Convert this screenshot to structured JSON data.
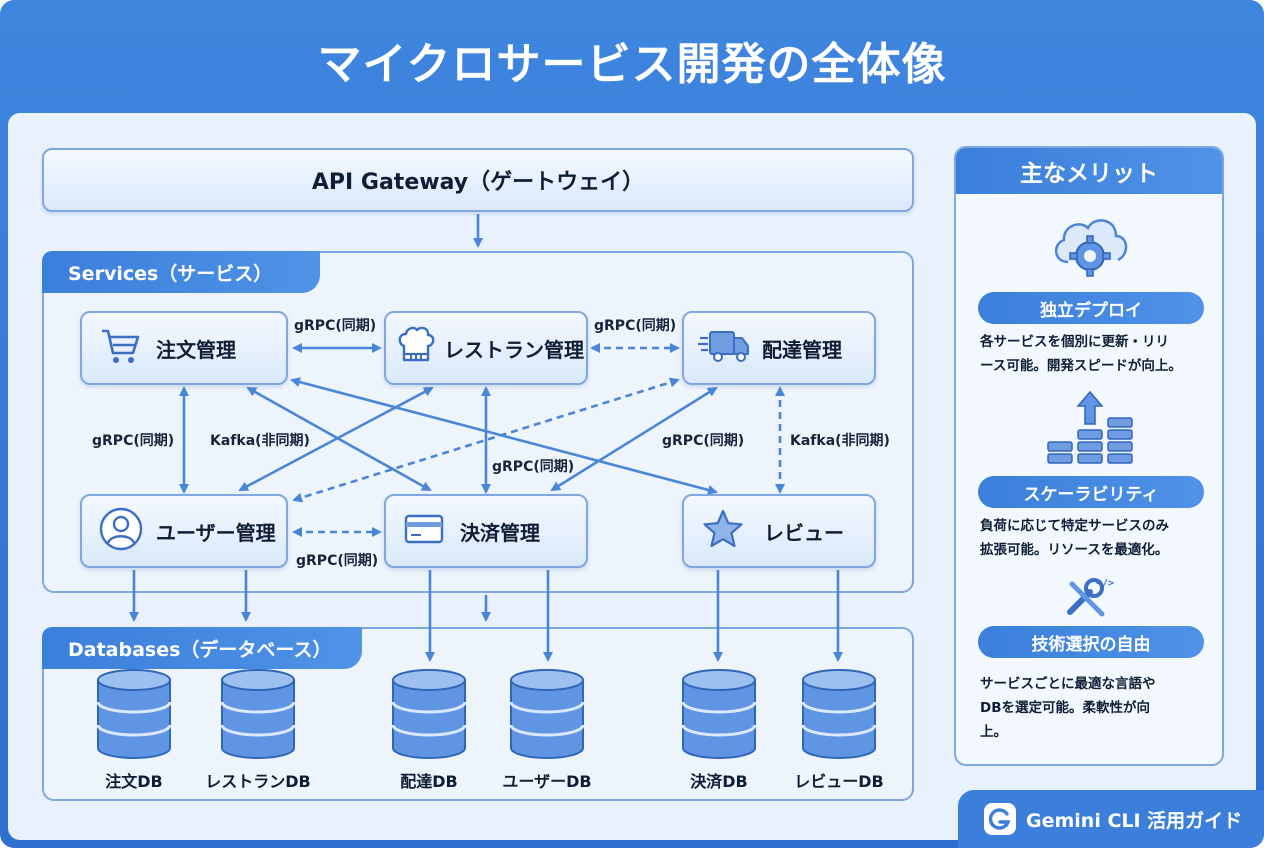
{
  "title": "マイクロサービス開発の全体像",
  "gateway": {
    "label": "API Gateway（ゲートウェイ）"
  },
  "services_section": {
    "title": "Services（サービス）",
    "services": [
      {
        "label": "注文管理",
        "icon": "shopping-cart-icon"
      },
      {
        "label": "レストラン管理",
        "icon": "chef-hat-icon"
      },
      {
        "label": "配達管理",
        "icon": "delivery-truck-icon"
      },
      {
        "label": "ユーザー管理",
        "icon": "user-icon"
      },
      {
        "label": "決済管理",
        "icon": "credit-card-icon"
      },
      {
        "label": "レビュー",
        "icon": "star-icon"
      }
    ],
    "edge_labels": [
      "gRPC(同期)",
      "gRPC(同期)",
      "gRPC(同期)",
      "Kafka(非同期)",
      "gRPC(同期)",
      "gRPC(同期)",
      "Kafka(非同期)",
      "gRPC(同期)"
    ]
  },
  "databases_section": {
    "title": "Databases（データベース）",
    "databases": [
      "注文DB",
      "レストランDB",
      "配達DB",
      "ユーザーDB",
      "決済DB",
      "レビューDB"
    ]
  },
  "benefits": {
    "title": "主なメリット",
    "items": [
      {
        "title": "独立デプロイ",
        "icon": "cloud-gear-icon",
        "line1": "各サービスを個別に更新・リリ",
        "line2": "ース可能。開発スピードが向上。",
        "line3": ""
      },
      {
        "title": "スケーラビリティ",
        "icon": "scaling-servers-icon",
        "line1": "負荷に応じて特定サービスのみ",
        "line2": "拡張可能。リソースを最適化。",
        "line3": ""
      },
      {
        "title": "技術選択の自由",
        "icon": "wrench-code-icon",
        "line1": "サービスごとに最適な言語や",
        "line2": "DBを選定可能。柔軟性が向",
        "line3": "上。"
      }
    ]
  },
  "footer": {
    "label": "Gemini CLI 活用ガイド",
    "logo": "gemini-cli-logo-icon"
  },
  "colors": {
    "accent": "#3b7fdc",
    "arrow": "#4a86d8",
    "text": "#0f1e36"
  }
}
